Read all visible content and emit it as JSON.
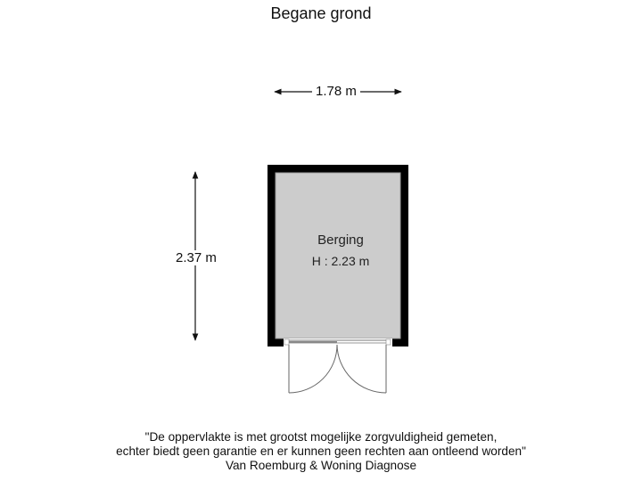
{
  "plan": {
    "title": "Begane grond",
    "dimensions": {
      "width_label": "1.78 m",
      "depth_label": "2.37 m"
    },
    "rooms": [
      {
        "name": "Berging",
        "height_label": "H : 2.23 m"
      }
    ],
    "colors": {
      "wall": "#000000",
      "floor": "#cccccc",
      "door_line": "#555555",
      "text": "#111111"
    }
  },
  "footer": {
    "disclaimer_line1": "\"De oppervlakte is met grootst mogelijke zorgvuldigheid gemeten,",
    "disclaimer_line2": "echter biedt geen garantie en er kunnen geen rechten aan ontleend worden\"",
    "company": "Van Roemburg & Woning Diagnose"
  }
}
